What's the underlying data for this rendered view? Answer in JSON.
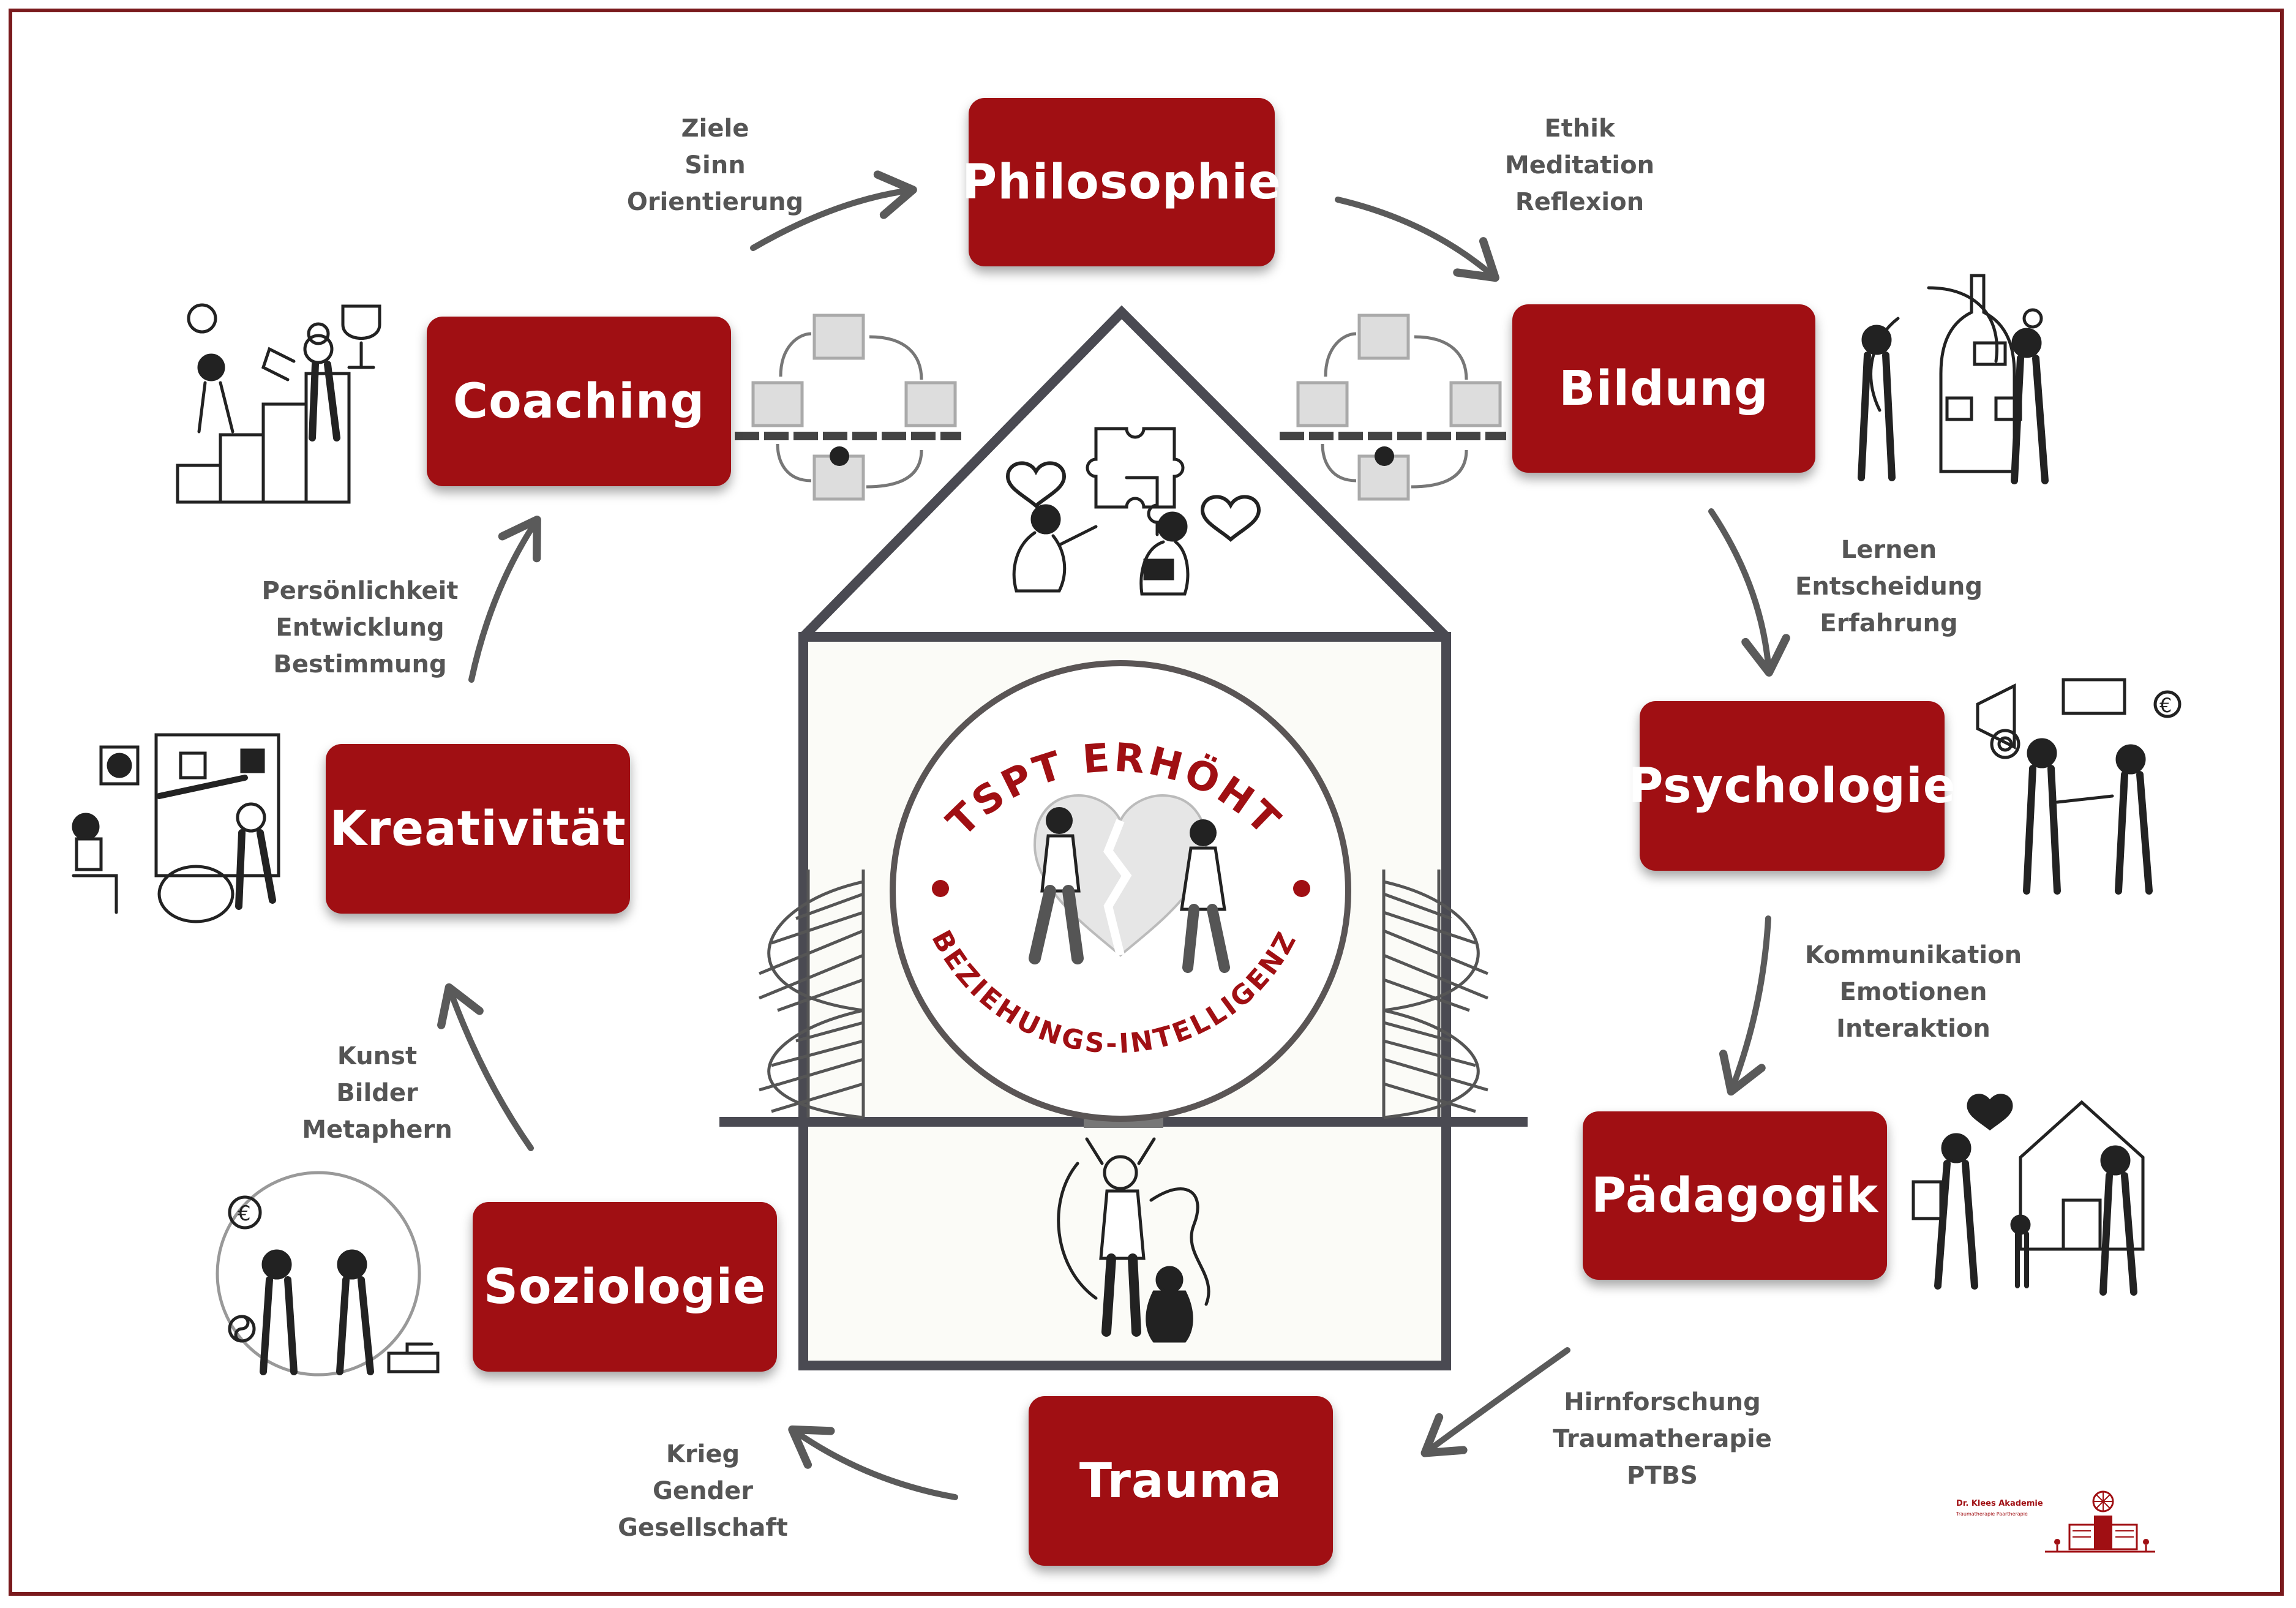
{
  "center": {
    "top_text": "TSPT ERHÖHT",
    "bottom_text": "BEZIEHUNGS-INTELLIGENZ"
  },
  "boxes": {
    "philosophie": "Philosophie",
    "bildung": "Bildung",
    "psychologie": "Psychologie",
    "paedagogik": "Pädagogik",
    "trauma": "Trauma",
    "soziologie": "Soziologie",
    "kreativitaet": "Kreativität",
    "coaching": "Coaching"
  },
  "keywords": {
    "coaching_philosophie": [
      "Ziele",
      "Sinn",
      "Orientierung"
    ],
    "philosophie_bildung": [
      "Ethik",
      "Meditation",
      "Reflexion"
    ],
    "bildung_psychologie": [
      "Lernen",
      "Entscheidung",
      "Erfahrung"
    ],
    "psychologie_paedagogik": [
      "Kommunikation",
      "Emotionen",
      "Interaktion"
    ],
    "paedagogik_trauma": [
      "Hirnforschung",
      "Traumatherapie",
      "PTBS"
    ],
    "trauma_soziologie": [
      "Krieg",
      "Gender",
      "Gesellschaft"
    ],
    "soziologie_kreativitaet": [
      "Kunst",
      "Bilder",
      "Metaphern"
    ],
    "kreativitaet_coaching": [
      "Persönlichkeit",
      "Entwicklung",
      "Bestimmung"
    ]
  },
  "logo": {
    "name": "Dr. Klees Akademie",
    "tagline": "Traumatherapie Paartherapie"
  },
  "colors": {
    "accent": "#a00f13",
    "frame": "#7a1a1d",
    "house": "#4a4a52",
    "text": "#555555",
    "arrow": "#5a5a5a"
  },
  "icons": [
    "puzzle-hearts-illustration",
    "trophy-team-illustration",
    "art-studio-illustration",
    "globe-people-illustration",
    "bottle-tree-illustration",
    "handshake-illustration",
    "family-house-illustration",
    "stressed-person-illustration",
    "broken-heart-couple-illustration",
    "cycle-diagram-icon",
    "spiral-staircase-icon"
  ]
}
